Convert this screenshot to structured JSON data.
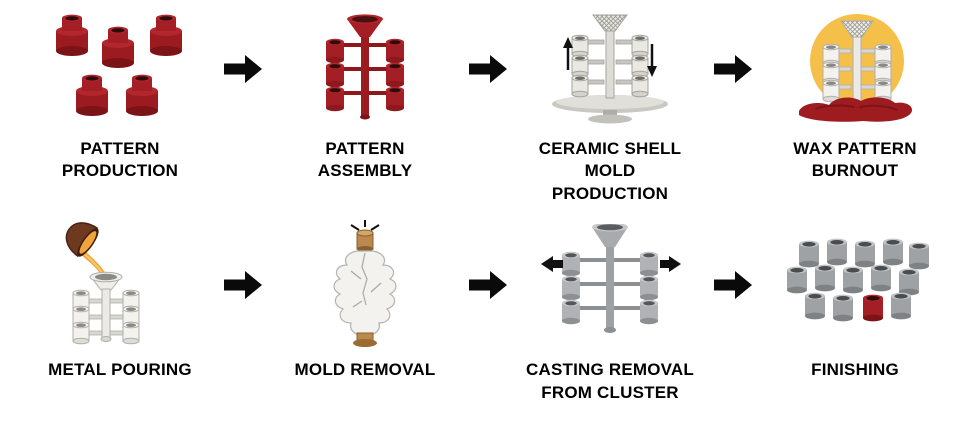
{
  "colors": {
    "background": "#ffffff",
    "text": "#000000",
    "arrow": "#0a0a0a",
    "wax_red": "#a31f25",
    "ceramic_gray": "#e6e5e0",
    "shell_white": "#f3f2ee",
    "metal_gray": "#a8abae",
    "burnout_yellow": "#f5c04a",
    "molten_orange": "#f0a43c",
    "crucible_brown": "#6e3a1f",
    "base_tan": "#b9894d"
  },
  "process": {
    "connector": {
      "icon": "right-arrow-icon",
      "glyph": "➡"
    },
    "rows": [
      {
        "steps": [
          {
            "label": "PATTERN PRODUCTION",
            "lines": [
              "PATTERN",
              "PRODUCTION"
            ],
            "icon": "wax-patterns-icon"
          },
          {
            "label": "PATTERN ASSEMBLY",
            "lines": [
              "PATTERN",
              "ASSEMBLY"
            ],
            "icon": "wax-pattern-tree-icon"
          },
          {
            "label": "CERAMIC SHELL MOLD PRODUCTION",
            "lines": [
              "CERAMIC SHELL",
              "MOLD",
              "PRODUCTION"
            ],
            "icon": "ceramic-shell-tree-icon",
            "annotations": {
              "up_arrow": "↑",
              "down_arrow": "↓"
            }
          },
          {
            "label": "WAX PATTERN BURNOUT",
            "lines": [
              "WAX PATTERN",
              "BURNOUT"
            ],
            "icon": "wax-burnout-icon"
          }
        ]
      },
      {
        "steps": [
          {
            "label": "METAL POURING",
            "lines": [
              "METAL POURING"
            ],
            "icon": "crucible-pouring-icon"
          },
          {
            "label": "MOLD REMOVAL",
            "lines": [
              "MOLD REMOVAL"
            ],
            "icon": "mold-breakout-icon"
          },
          {
            "label": "CASTING REMOVAL FROM CLUSTER",
            "lines": [
              "CASTING REMOVAL",
              "FROM CLUSTER"
            ],
            "icon": "casting-cutoff-icon"
          },
          {
            "label": "FINISHING",
            "lines": [
              "FINISHING"
            ],
            "icon": "finished-castings-icon"
          }
        ]
      }
    ]
  }
}
